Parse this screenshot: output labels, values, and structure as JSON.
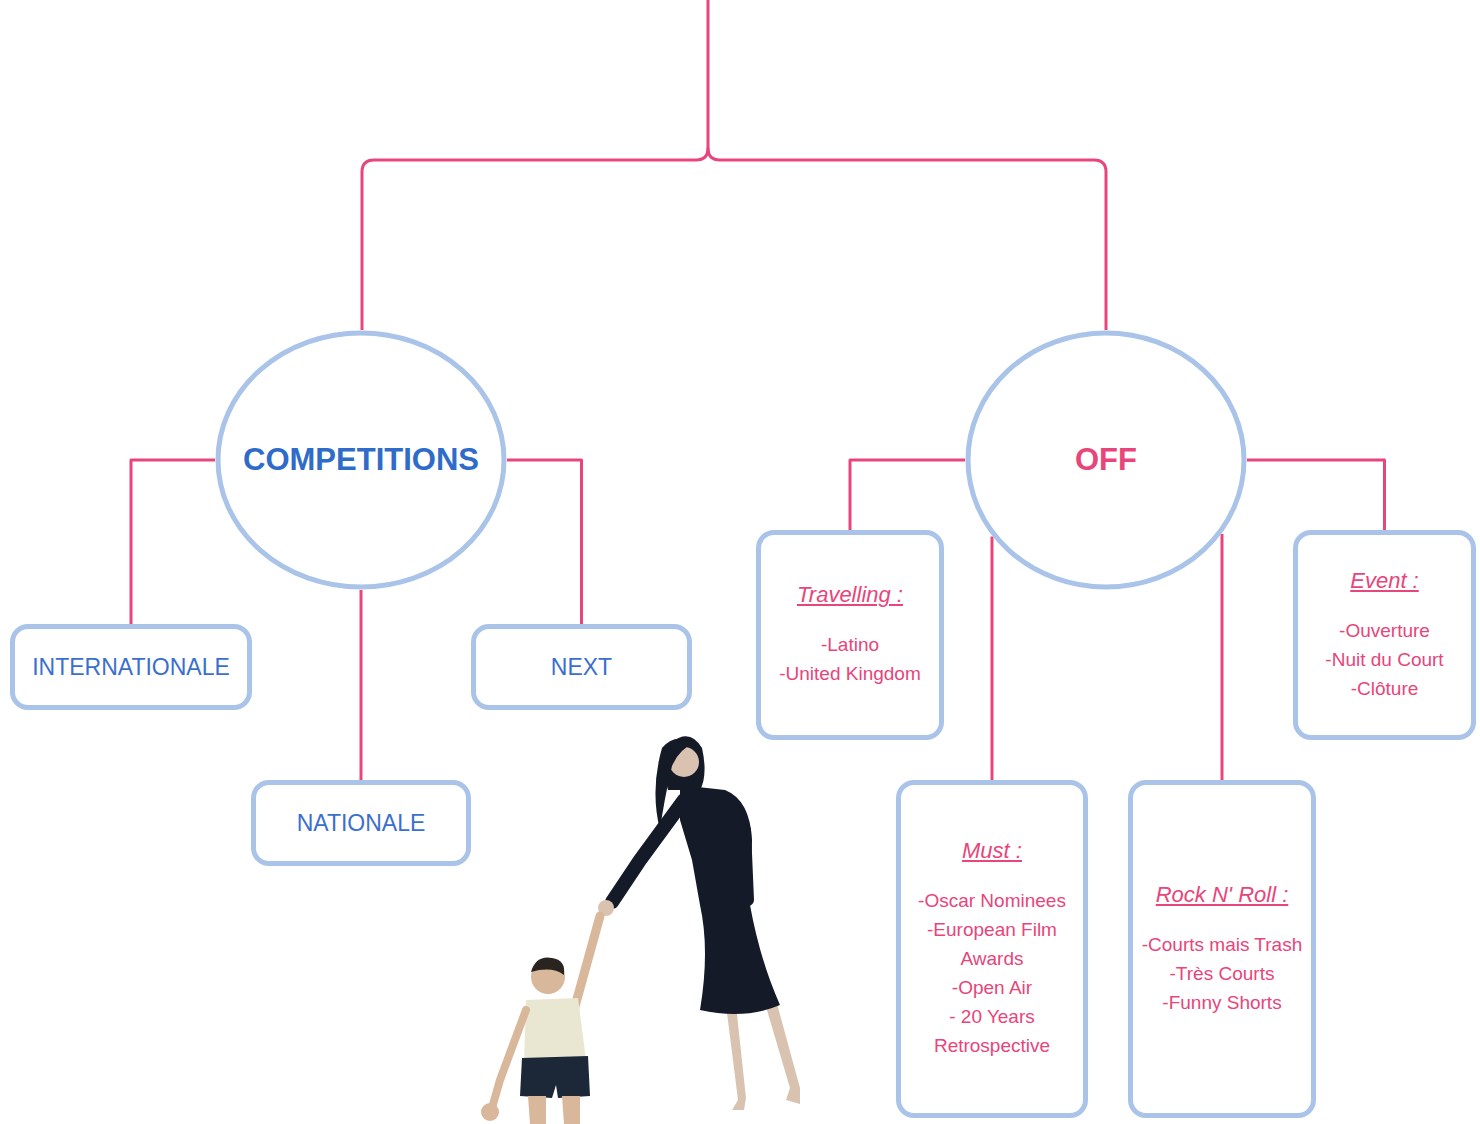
{
  "diagram": {
    "nodes": [
      {
        "text": [
          "COMPETITIONS"
        ]
      },
      {
        "text": [
          "OFF"
        ]
      },
      {
        "text": [
          "INTERNATIONALE"
        ]
      },
      {
        "text": [
          "NEXT"
        ]
      },
      {
        "text": [
          "NATIONALE"
        ]
      },
      {
        "text": [
          "Travelling :",
          "-Latino",
          "-United Kingdom"
        ]
      },
      {
        "text": [
          "Event :",
          "-Ouverture",
          "-Nuit du Court",
          "-Clôture"
        ]
      },
      {
        "text": [
          "Must :",
          "-Oscar Nominees",
          "-European Film Awards",
          "-Open Air",
          "- 20 Years Retrospective"
        ]
      },
      {
        "text": [
          "Rock N' Roll :",
          "-Courts mais Trash",
          "-Très Courts",
          "-Funny Shorts"
        ]
      }
    ],
    "edges": [
      {
        "from": 0,
        "to": 2,
        "arrow": "none"
      },
      {
        "from": 0,
        "to": 3,
        "arrow": "none"
      },
      {
        "from": 0,
        "to": 4,
        "arrow": "none"
      },
      {
        "from": 1,
        "to": 5,
        "arrow": "none"
      },
      {
        "from": 1,
        "to": 6,
        "arrow": "none"
      },
      {
        "from": 1,
        "to": 7,
        "arrow": "none"
      },
      {
        "from": 1,
        "to": 8,
        "arrow": "none"
      }
    ]
  }
}
